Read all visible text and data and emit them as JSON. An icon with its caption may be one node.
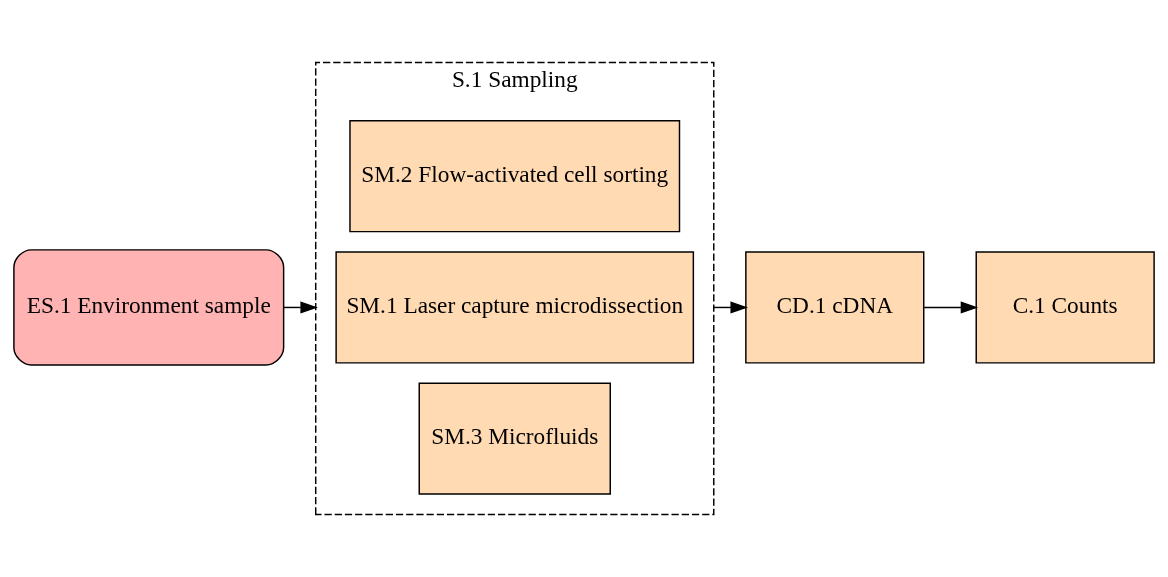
{
  "diagram": {
    "nodes": [
      {
        "text": [
          "ES.1 Environment sample"
        ]
      },
      {
        "text": [
          "S.1 Sampling"
        ]
      },
      {
        "text": [
          "SM.2 Flow-activated cell sorting"
        ],
        "in": 1
      },
      {
        "text": [
          "SM.1 Laser capture microdissection"
        ],
        "in": 1
      },
      {
        "text": [
          "SM.3 Microfluids"
        ],
        "in": 1
      },
      {
        "text": [
          "CD.1 cDNA"
        ]
      },
      {
        "text": [
          "C.1 Counts"
        ]
      }
    ],
    "edges": [
      {
        "from": 0,
        "to": 1,
        "arrow": "to"
      },
      {
        "from": 1,
        "to": 5,
        "arrow": "to"
      },
      {
        "from": 5,
        "to": 6,
        "arrow": "to"
      }
    ]
  }
}
